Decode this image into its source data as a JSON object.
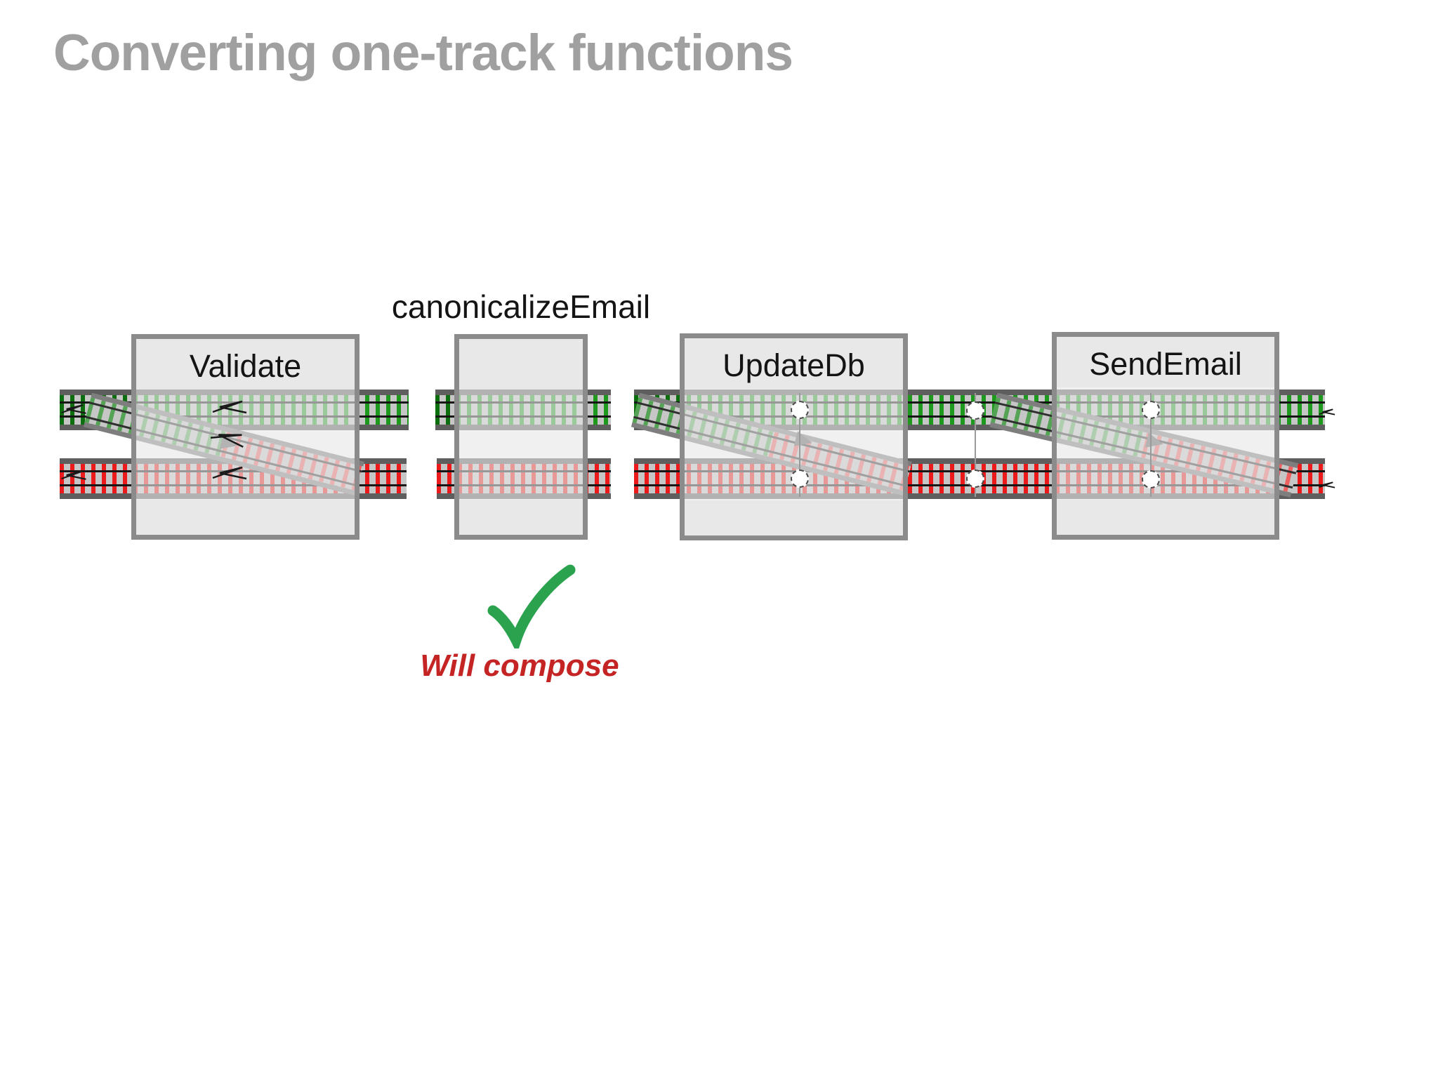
{
  "slide": {
    "title": "Converting one-track functions",
    "title_color": "#a0a0a0",
    "background_color": "#ffffff"
  },
  "diagram": {
    "boxes": [
      {
        "label": "Validate",
        "label_position": "inside-top"
      },
      {
        "label": "canonicalizeEmail",
        "label_position": "above"
      },
      {
        "label": "UpdateDb",
        "label_position": "inside-top"
      },
      {
        "label": "SendEmail",
        "label_position": "inside-top"
      }
    ],
    "tracks": {
      "success_tie_color": "#1d9a1d",
      "failure_tie_color": "#ec1a1a",
      "bed_color": "#c6c6c6",
      "cap_color": "#5e5e5e",
      "rail_color": "#161616",
      "joint_dot_count": 6,
      "break_gap_count": 2
    }
  },
  "annotation": {
    "checkmark_icon": "hand-drawn-check",
    "checkmark_color": "#2ba24e",
    "caption": "Will compose",
    "caption_color": "#c52424"
  }
}
